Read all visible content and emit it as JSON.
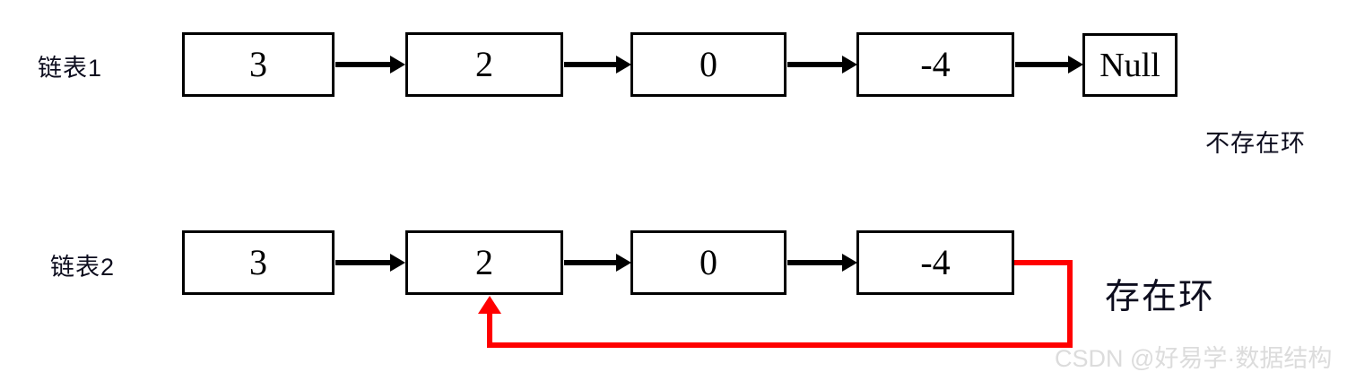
{
  "diagram": {
    "title_hidden": "",
    "rows": [
      {
        "label": "链表1",
        "nodes": [
          {
            "value": "3"
          },
          {
            "value": "2"
          },
          {
            "value": "0"
          },
          {
            "value": "-4"
          },
          {
            "value": "Null"
          }
        ],
        "annotation": "不存在环"
      },
      {
        "label": "链表2",
        "nodes": [
          {
            "value": "3"
          },
          {
            "value": "2"
          },
          {
            "value": "0"
          },
          {
            "value": "-4"
          }
        ],
        "annotation": "存在环"
      }
    ],
    "colors": {
      "box_border": "#000000",
      "arrow": "#000000",
      "cycle_arrow": "#ff0000",
      "text": "#000000",
      "label_text": "#0d0d1e",
      "background": "#ffffff",
      "watermark": "#dcdcdc"
    }
  },
  "watermark": {
    "text": "CSDN @好易学·数据结构"
  }
}
